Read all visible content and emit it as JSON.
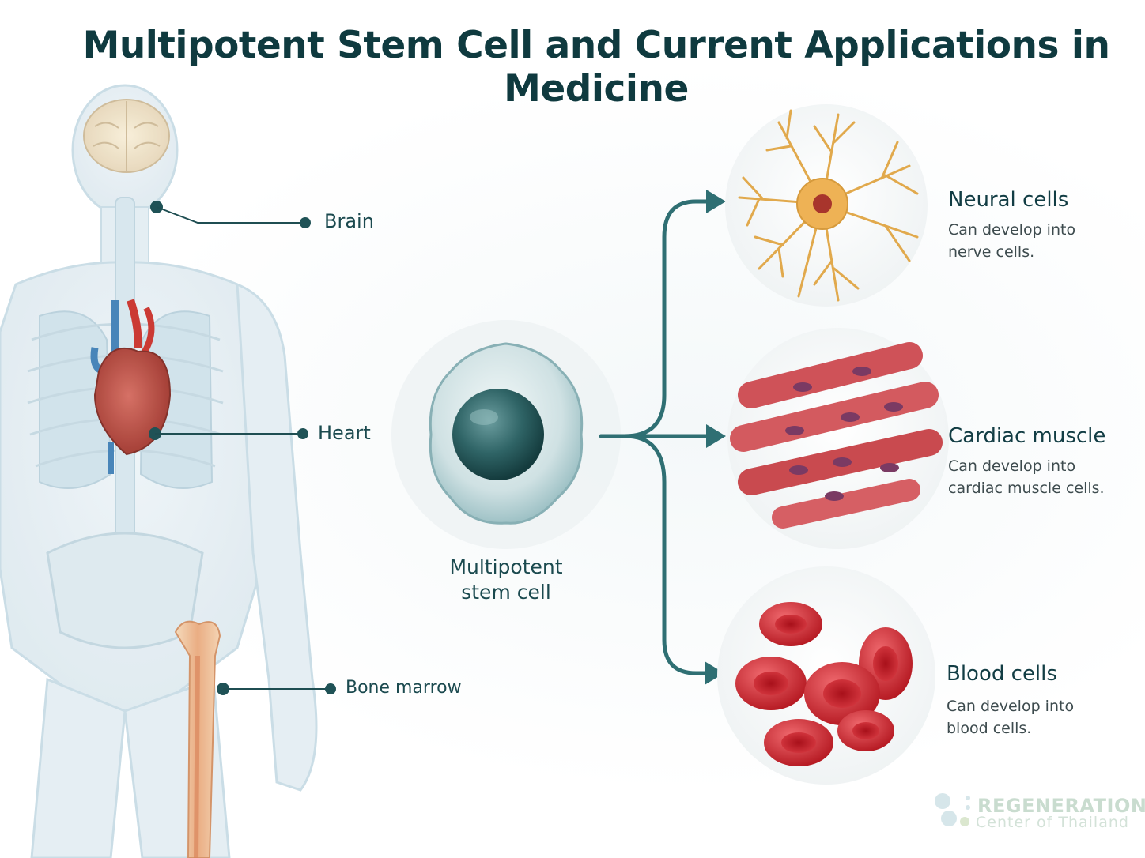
{
  "title": "Multipotent Stem Cell and Current Applications in Medicine",
  "body_labels": {
    "brain": "Brain",
    "heart": "Heart",
    "bone_marrow": "Bone marrow"
  },
  "stem_cell": {
    "line1": "Multipotent",
    "line2": "stem cell"
  },
  "outputs": [
    {
      "title": "Neural cells",
      "desc_line1": "Can develop into",
      "desc_line2": "nerve cells."
    },
    {
      "title": "Cardiac muscle",
      "desc_line1": "Can develop into",
      "desc_line2": "cardiac muscle cells."
    },
    {
      "title": "Blood cells",
      "desc_line1": "Can develop into",
      "desc_line2": "blood cells."
    }
  ],
  "logo": {
    "line1": "REGENERATION",
    "line2": "Center of Thailand"
  },
  "colors": {
    "title": "#0f3a3f",
    "connector": "#2f6f73",
    "neuron": "#e6b45a",
    "muscle": "#c94a4f",
    "blood": "#d62b33"
  },
  "icons": [
    "brain-icon",
    "heart-icon",
    "bone-icon",
    "stem-cell-icon",
    "neuron-icon",
    "muscle-fiber-icon",
    "red-blood-cell-icon"
  ]
}
